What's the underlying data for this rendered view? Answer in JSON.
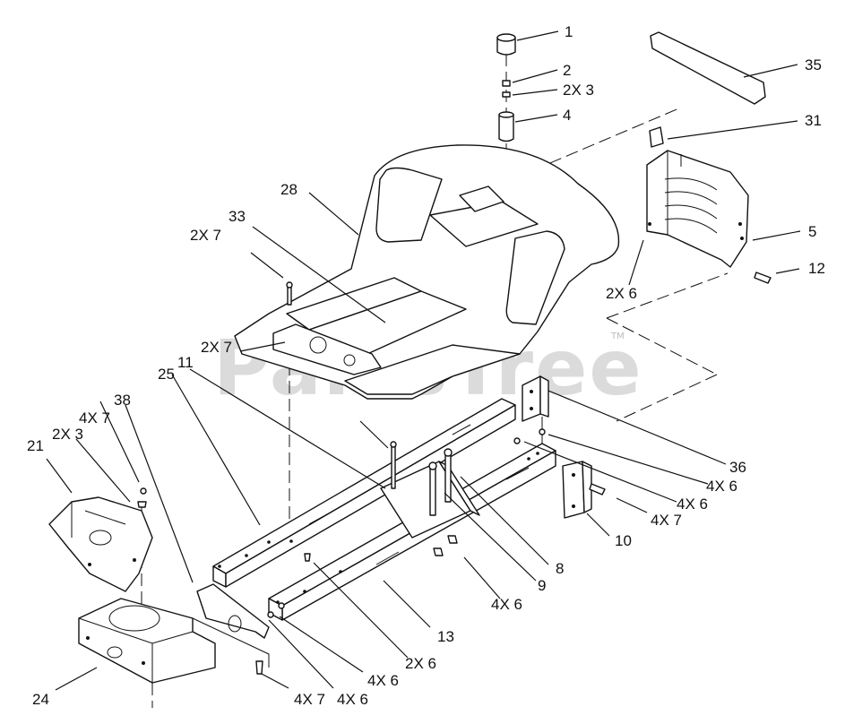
{
  "watermark": {
    "text": "PartsTree",
    "trademark": "TM"
  },
  "callouts": [
    {
      "id": "c1",
      "text": "1"
    },
    {
      "id": "c2",
      "text": "2"
    },
    {
      "id": "c2x3a",
      "text": "2X 3"
    },
    {
      "id": "c4",
      "text": "4"
    },
    {
      "id": "c35",
      "text": "35"
    },
    {
      "id": "c31",
      "text": "31"
    },
    {
      "id": "c28",
      "text": "28"
    },
    {
      "id": "c33",
      "text": "33"
    },
    {
      "id": "c2x7a",
      "text": "2X 7"
    },
    {
      "id": "c5",
      "text": "5"
    },
    {
      "id": "c12",
      "text": "12"
    },
    {
      "id": "c2x6a",
      "text": "2X 6"
    },
    {
      "id": "c2x7b",
      "text": "2X 7"
    },
    {
      "id": "c25",
      "text": "25"
    },
    {
      "id": "c11",
      "text": "11"
    },
    {
      "id": "c38",
      "text": "38"
    },
    {
      "id": "c4x7a",
      "text": "4X 7"
    },
    {
      "id": "c2x3b",
      "text": "2X 3"
    },
    {
      "id": "c21",
      "text": "21"
    },
    {
      "id": "c36",
      "text": "36"
    },
    {
      "id": "c4x6a",
      "text": "4X 6"
    },
    {
      "id": "c4x6b",
      "text": "4X 6"
    },
    {
      "id": "c4x7b",
      "text": "4X 7"
    },
    {
      "id": "c10",
      "text": "10"
    },
    {
      "id": "c8",
      "text": "8"
    },
    {
      "id": "c9",
      "text": "9"
    },
    {
      "id": "c4x6c",
      "text": "4X 6"
    },
    {
      "id": "c13",
      "text": "13"
    },
    {
      "id": "c2x6b",
      "text": "2X 6"
    },
    {
      "id": "c4x6d",
      "text": "4X 6"
    },
    {
      "id": "c24",
      "text": "24"
    },
    {
      "id": "c4x7c",
      "text": "4X 7"
    },
    {
      "id": "c4x6e",
      "text": "4X 6"
    }
  ]
}
